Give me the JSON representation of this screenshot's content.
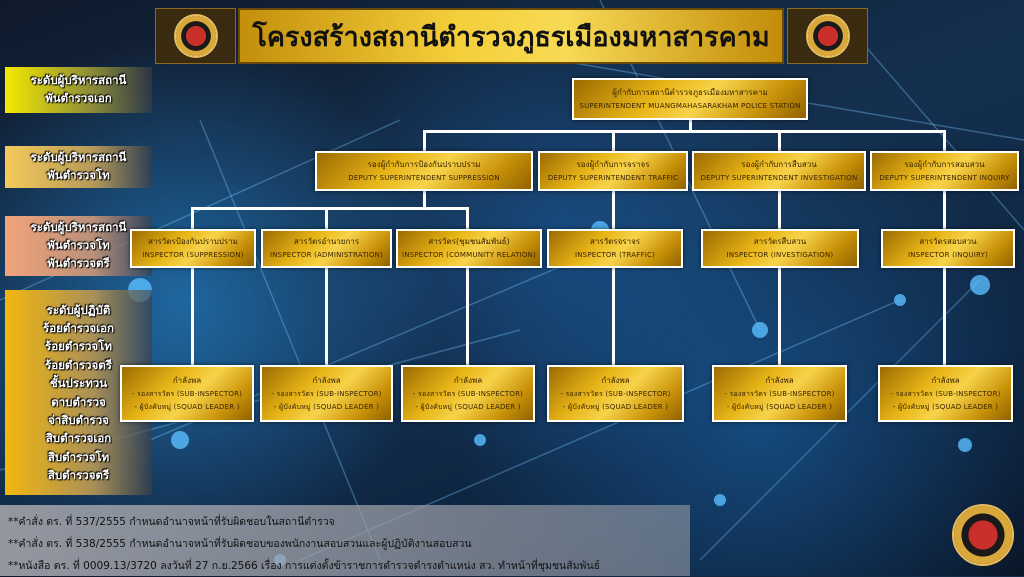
{
  "header": {
    "title": "โครงสร้างสถานีตำรวจภูธรเมืองมหาสารคาม"
  },
  "levels": [
    {
      "lines": [
        "ระดับผู้บริหารสถานี",
        "พันตำรวจเอก"
      ]
    },
    {
      "lines": [
        "ระดับผู้บริหารสถานี",
        "พันตำรวจโท"
      ]
    },
    {
      "lines": [
        "ระดับผู้บริหารสถานี",
        "พันตำรวจโท",
        "พันตำรวจตรี"
      ]
    },
    {
      "lines": [
        "ระดับผู้ปฏิบัติ",
        "ร้อยตำรวจเอก",
        "ร้อยตำรวจโท",
        "ร้อยตำรวจตรี",
        "ชั้นประทวน",
        "ดาบตำรวจ",
        "จ่าสิบตำรวจ",
        "สิบตำรวจเอก",
        "สิบตำรวจโท",
        "สิบตำรวจตรี"
      ]
    }
  ],
  "top": {
    "th": "ผู้กำกับการสถานีตำรวจภูธรเมืองมหาสารคาม",
    "en": "SUPERINTENDENT MUANGMAHASARAKHAM POLICE STATION"
  },
  "deputies": [
    {
      "th": "รองผู้กำกับการป้องกันปราบปราม",
      "en": "DEPUTY SUPERINTENDENT SUPPRESSION"
    },
    {
      "th": "รองผู้กำกับการจราจร",
      "en": "DEPUTY SUPERINTENDENT TRAFFIC"
    },
    {
      "th": "รองผู้กำกับการสืบสวน",
      "en": "DEPUTY SUPERINTENDENT INVESTIGATION"
    },
    {
      "th": "รองผู้กำกับการสอบสวน",
      "en": "DEPUTY SUPERINTENDENT INQUIRY"
    }
  ],
  "inspectors": [
    {
      "th": "สารวัตรป้องกันปราบปราม",
      "en": "INSPECTOR (SUPPRESSION)"
    },
    {
      "th": "สารวัตรอำนวยการ",
      "en": "INSPECTOR (ADMINISTRATION)"
    },
    {
      "th": "สารวัตร(ชุมชนสัมพันธ์)",
      "en": "INSPECTOR (COMMUNITY RELATION)"
    },
    {
      "th": "สารวัตรจราจร",
      "en": "INSPECTOR (TRAFFIC)"
    },
    {
      "th": "สารวัตรสืบสวน",
      "en": "INSPECTOR (INVESTIGATION)"
    },
    {
      "th": "สารวัตรสอบสวน",
      "en": "INSPECTOR (INQUIRY)"
    }
  ],
  "force": {
    "title": "กำลังพล",
    "line1": "- รองสารวัตร (SUB-INSPECTOR)",
    "line2": "- ผู้บังคับหมู่ (SQUAD LEADER )"
  },
  "notes": [
    "**คำสั่ง ตร. ที่ 537/2555  กำหนดอำนาจหน้าที่รับผิดชอบในสถานีตำรวจ",
    "**คำสั่ง ตร. ที่ 538/2555  กำหนดอำนาจหน้าที่รับผิดชอบของพนักงานสอบสวนและผู้ปฏิบัติงานสอบสวน",
    "**หนังสือ ตร. ที่ 0009.13/3720 ลงวันที่ 27 ก.ย.2566 เรื่อง การแต่งตั้งข้าราชการตำรวจดำรงตำแหน่ง สว. ทำหน้าที่ชุมชนสัมพันธ์"
  ]
}
